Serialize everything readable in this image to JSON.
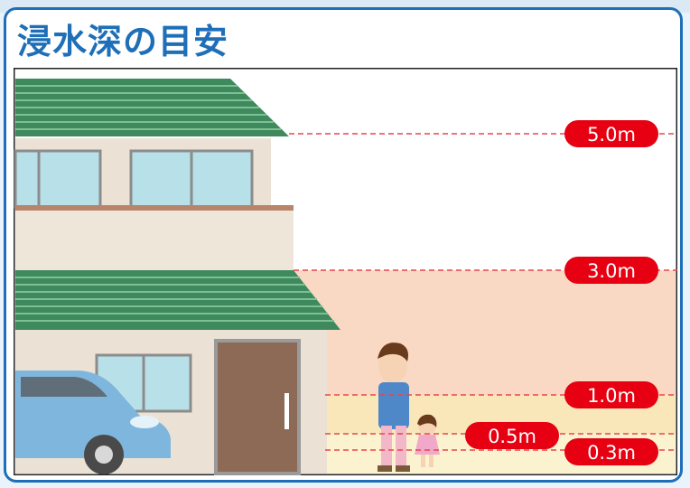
{
  "title": "浸水深の目安",
  "levels": [
    {
      "label": "5.0m"
    },
    {
      "label": "3.0m"
    },
    {
      "label": "1.0m"
    },
    {
      "label": "0.5m"
    },
    {
      "label": "0.3m"
    }
  ],
  "colors": {
    "accent": "#1f6fb8",
    "badge": "#e60012",
    "dash": "#e8464b",
    "flood_high": "#f9d8c4",
    "flood_mid": "#f9e7b9",
    "flood_low": "#fbf3cf",
    "roof": "#3e8a5e",
    "car": "#7fb6dd"
  }
}
